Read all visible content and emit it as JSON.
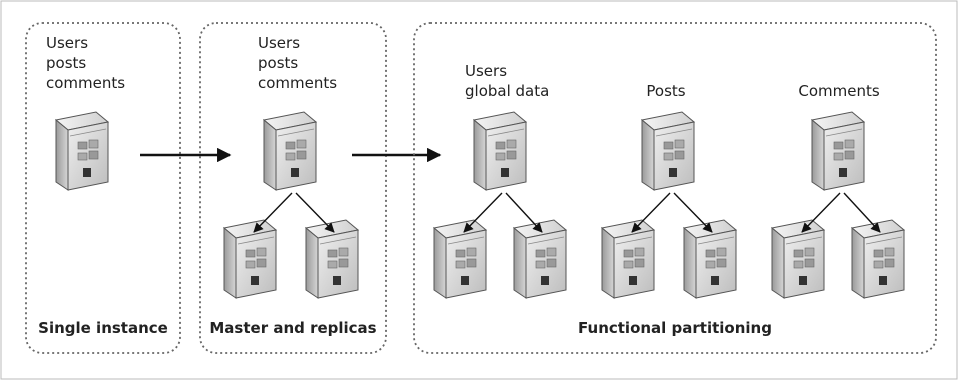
{
  "panels": {
    "single": {
      "caption": "Single instance",
      "label_lines": [
        "Users",
        "posts",
        "comments"
      ]
    },
    "master": {
      "caption": "Master and replicas",
      "label_lines": [
        "Users",
        "posts",
        "comments"
      ]
    },
    "functional": {
      "caption": "Functional partitioning",
      "groups": [
        {
          "label_lines": [
            "Users",
            "global data"
          ]
        },
        {
          "label_lines": [
            "Posts"
          ]
        },
        {
          "label_lines": [
            "Comments"
          ]
        }
      ]
    }
  }
}
